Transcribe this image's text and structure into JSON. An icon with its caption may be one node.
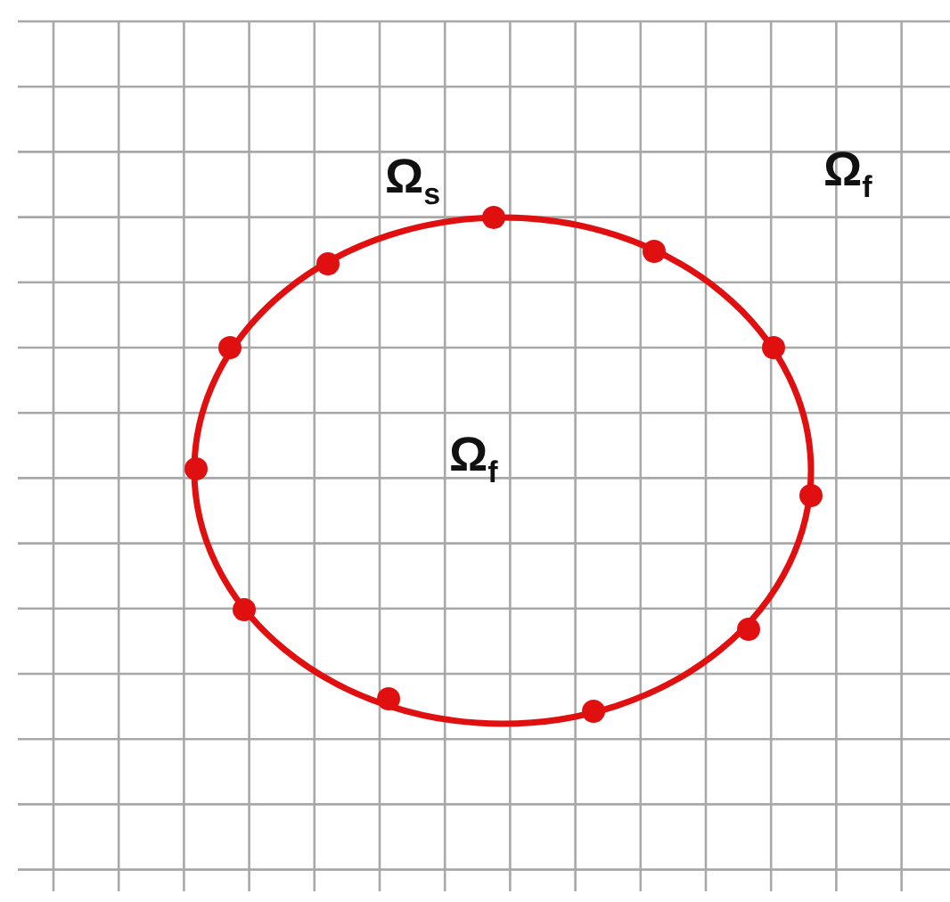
{
  "diagram": {
    "nodes": [
      {
        "text": [
          "Ω$_{f}$"
        ],
        "beside": [
          "Ω$_{s}$"
        ]
      }
    ],
    "labels": [
      "Ω$_{f}$"
    ]
  }
}
